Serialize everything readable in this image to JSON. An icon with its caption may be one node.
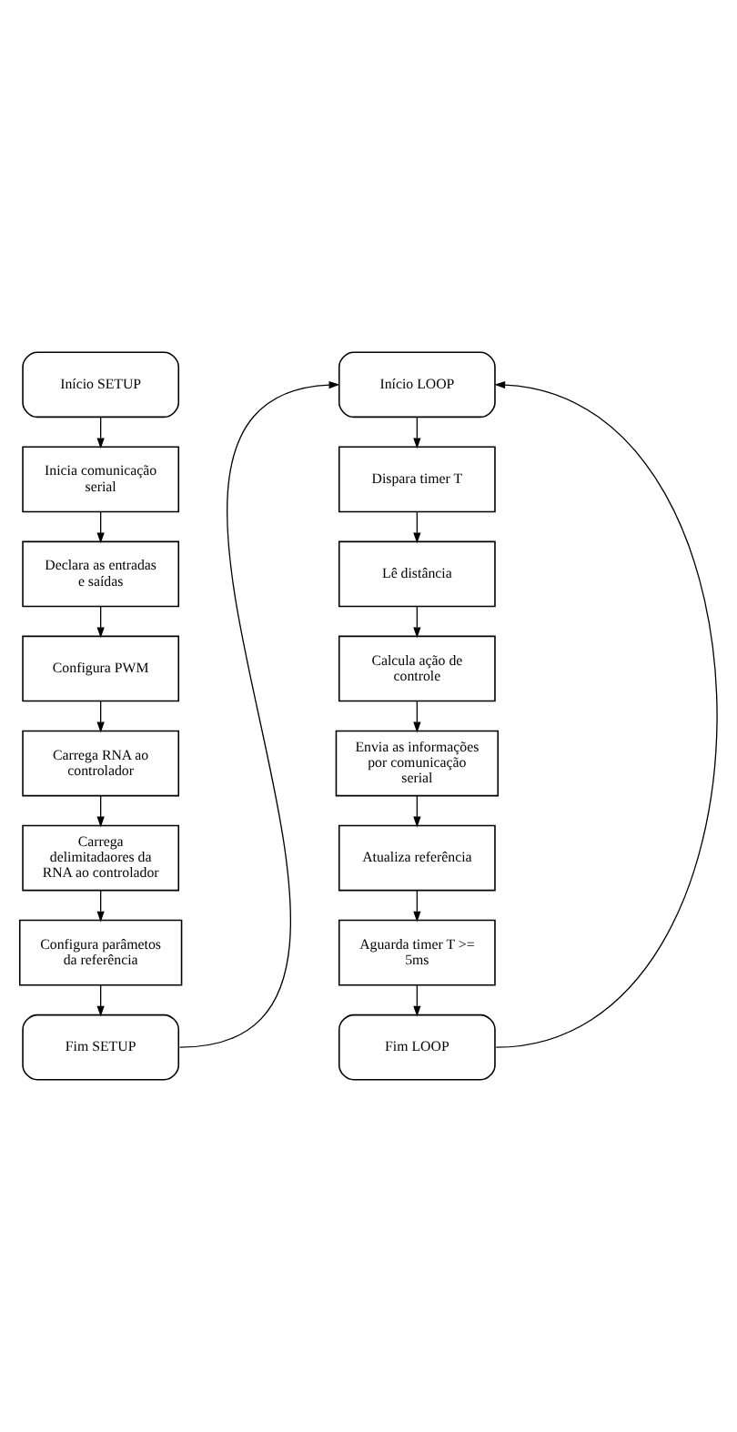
{
  "diagram": {
    "nodes": [
      {
        "text": [
          "Início SETUP"
        ]
      },
      {
        "text": [
          "Inicia comunicação serial"
        ]
      },
      {
        "text": [
          "Declara as entradas e saídas"
        ]
      },
      {
        "text": [
          "Configura PWM"
        ]
      },
      {
        "text": [
          "Carrega RNA ao controlador"
        ]
      },
      {
        "text": [
          "Carrega delimitadaores da RNA ao controlador"
        ]
      },
      {
        "text": [
          "Configura parâmetos da referência"
        ]
      },
      {
        "text": [
          "Fim SETUP"
        ]
      },
      {
        "text": [
          "Início LOOP"
        ]
      },
      {
        "text": [
          "Dispara timer T"
        ]
      },
      {
        "text": [
          "Lê distância"
        ]
      },
      {
        "text": [
          "Calcula ação de controle"
        ]
      },
      {
        "text": [
          "Envia as informações por comunicação serial"
        ]
      },
      {
        "text": [
          "Atualiza referência"
        ]
      },
      {
        "text": [
          "Aguarda timer T >= 5ms"
        ]
      },
      {
        "text": [
          "Fim LOOP"
        ]
      }
    ],
    "edges": [
      {
        "from": 0,
        "to": 1,
        "arrow": "to"
      },
      {
        "from": 1,
        "to": 2,
        "arrow": "to"
      },
      {
        "from": 2,
        "to": 3,
        "arrow": "to"
      },
      {
        "from": 3,
        "to": 4,
        "arrow": "to"
      },
      {
        "from": 4,
        "to": 5,
        "arrow": "to"
      },
      {
        "from": 5,
        "to": 6,
        "arrow": "to"
      },
      {
        "from": 6,
        "to": 7,
        "arrow": "to"
      },
      {
        "from": 7,
        "to": 8,
        "arrow": "to"
      },
      {
        "from": 8,
        "to": 9,
        "arrow": "to"
      },
      {
        "from": 9,
        "to": 10,
        "arrow": "to"
      },
      {
        "from": 10,
        "to": 11,
        "arrow": "to"
      },
      {
        "from": 11,
        "to": 12,
        "arrow": "to"
      },
      {
        "from": 12,
        "to": 13,
        "arrow": "to"
      },
      {
        "from": 13,
        "to": 14,
        "arrow": "to"
      },
      {
        "from": 14,
        "to": 15,
        "arrow": "to"
      },
      {
        "from": 15,
        "to": 8,
        "arrow": "to"
      }
    ]
  }
}
